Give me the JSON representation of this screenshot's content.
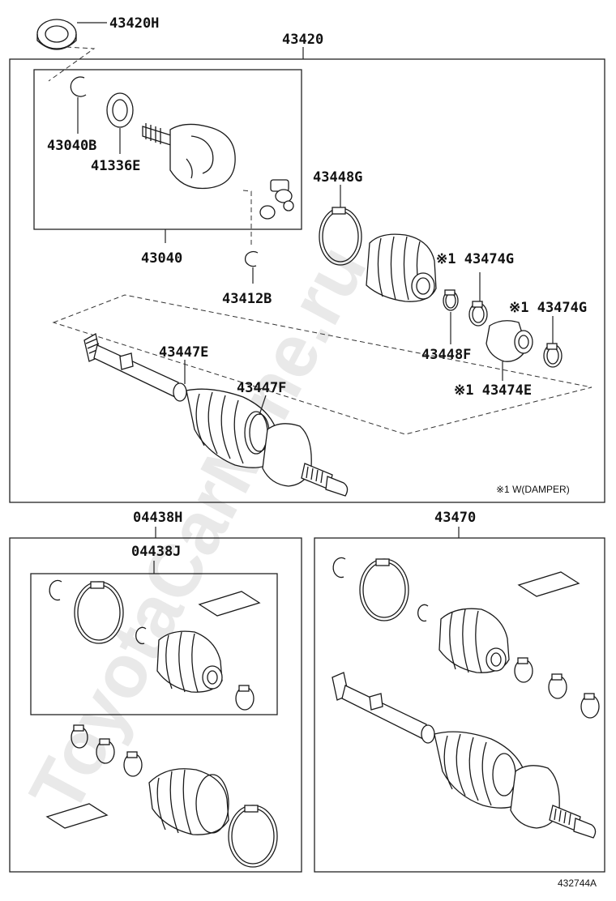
{
  "labels": {
    "p43420H": "43420H",
    "p43420": "43420",
    "p43040B": "43040B",
    "p41336E": "41336E",
    "p43448G": "43448G",
    "p43474G_1": "※1 43474G",
    "p43474G_2": "※1 43474G",
    "p43040": "43040",
    "p43412B": "43412B",
    "p43448F": "43448F",
    "p43474E": "※1 43474E",
    "p43447E": "43447E",
    "p43447F": "43447F",
    "p04438H": "04438H",
    "p04438J": "04438J",
    "p43470": "43470"
  },
  "footnote": "※1 W(DAMPER)",
  "figure_code": "432744A",
  "watermark": "ToyotaCarMine.ru"
}
